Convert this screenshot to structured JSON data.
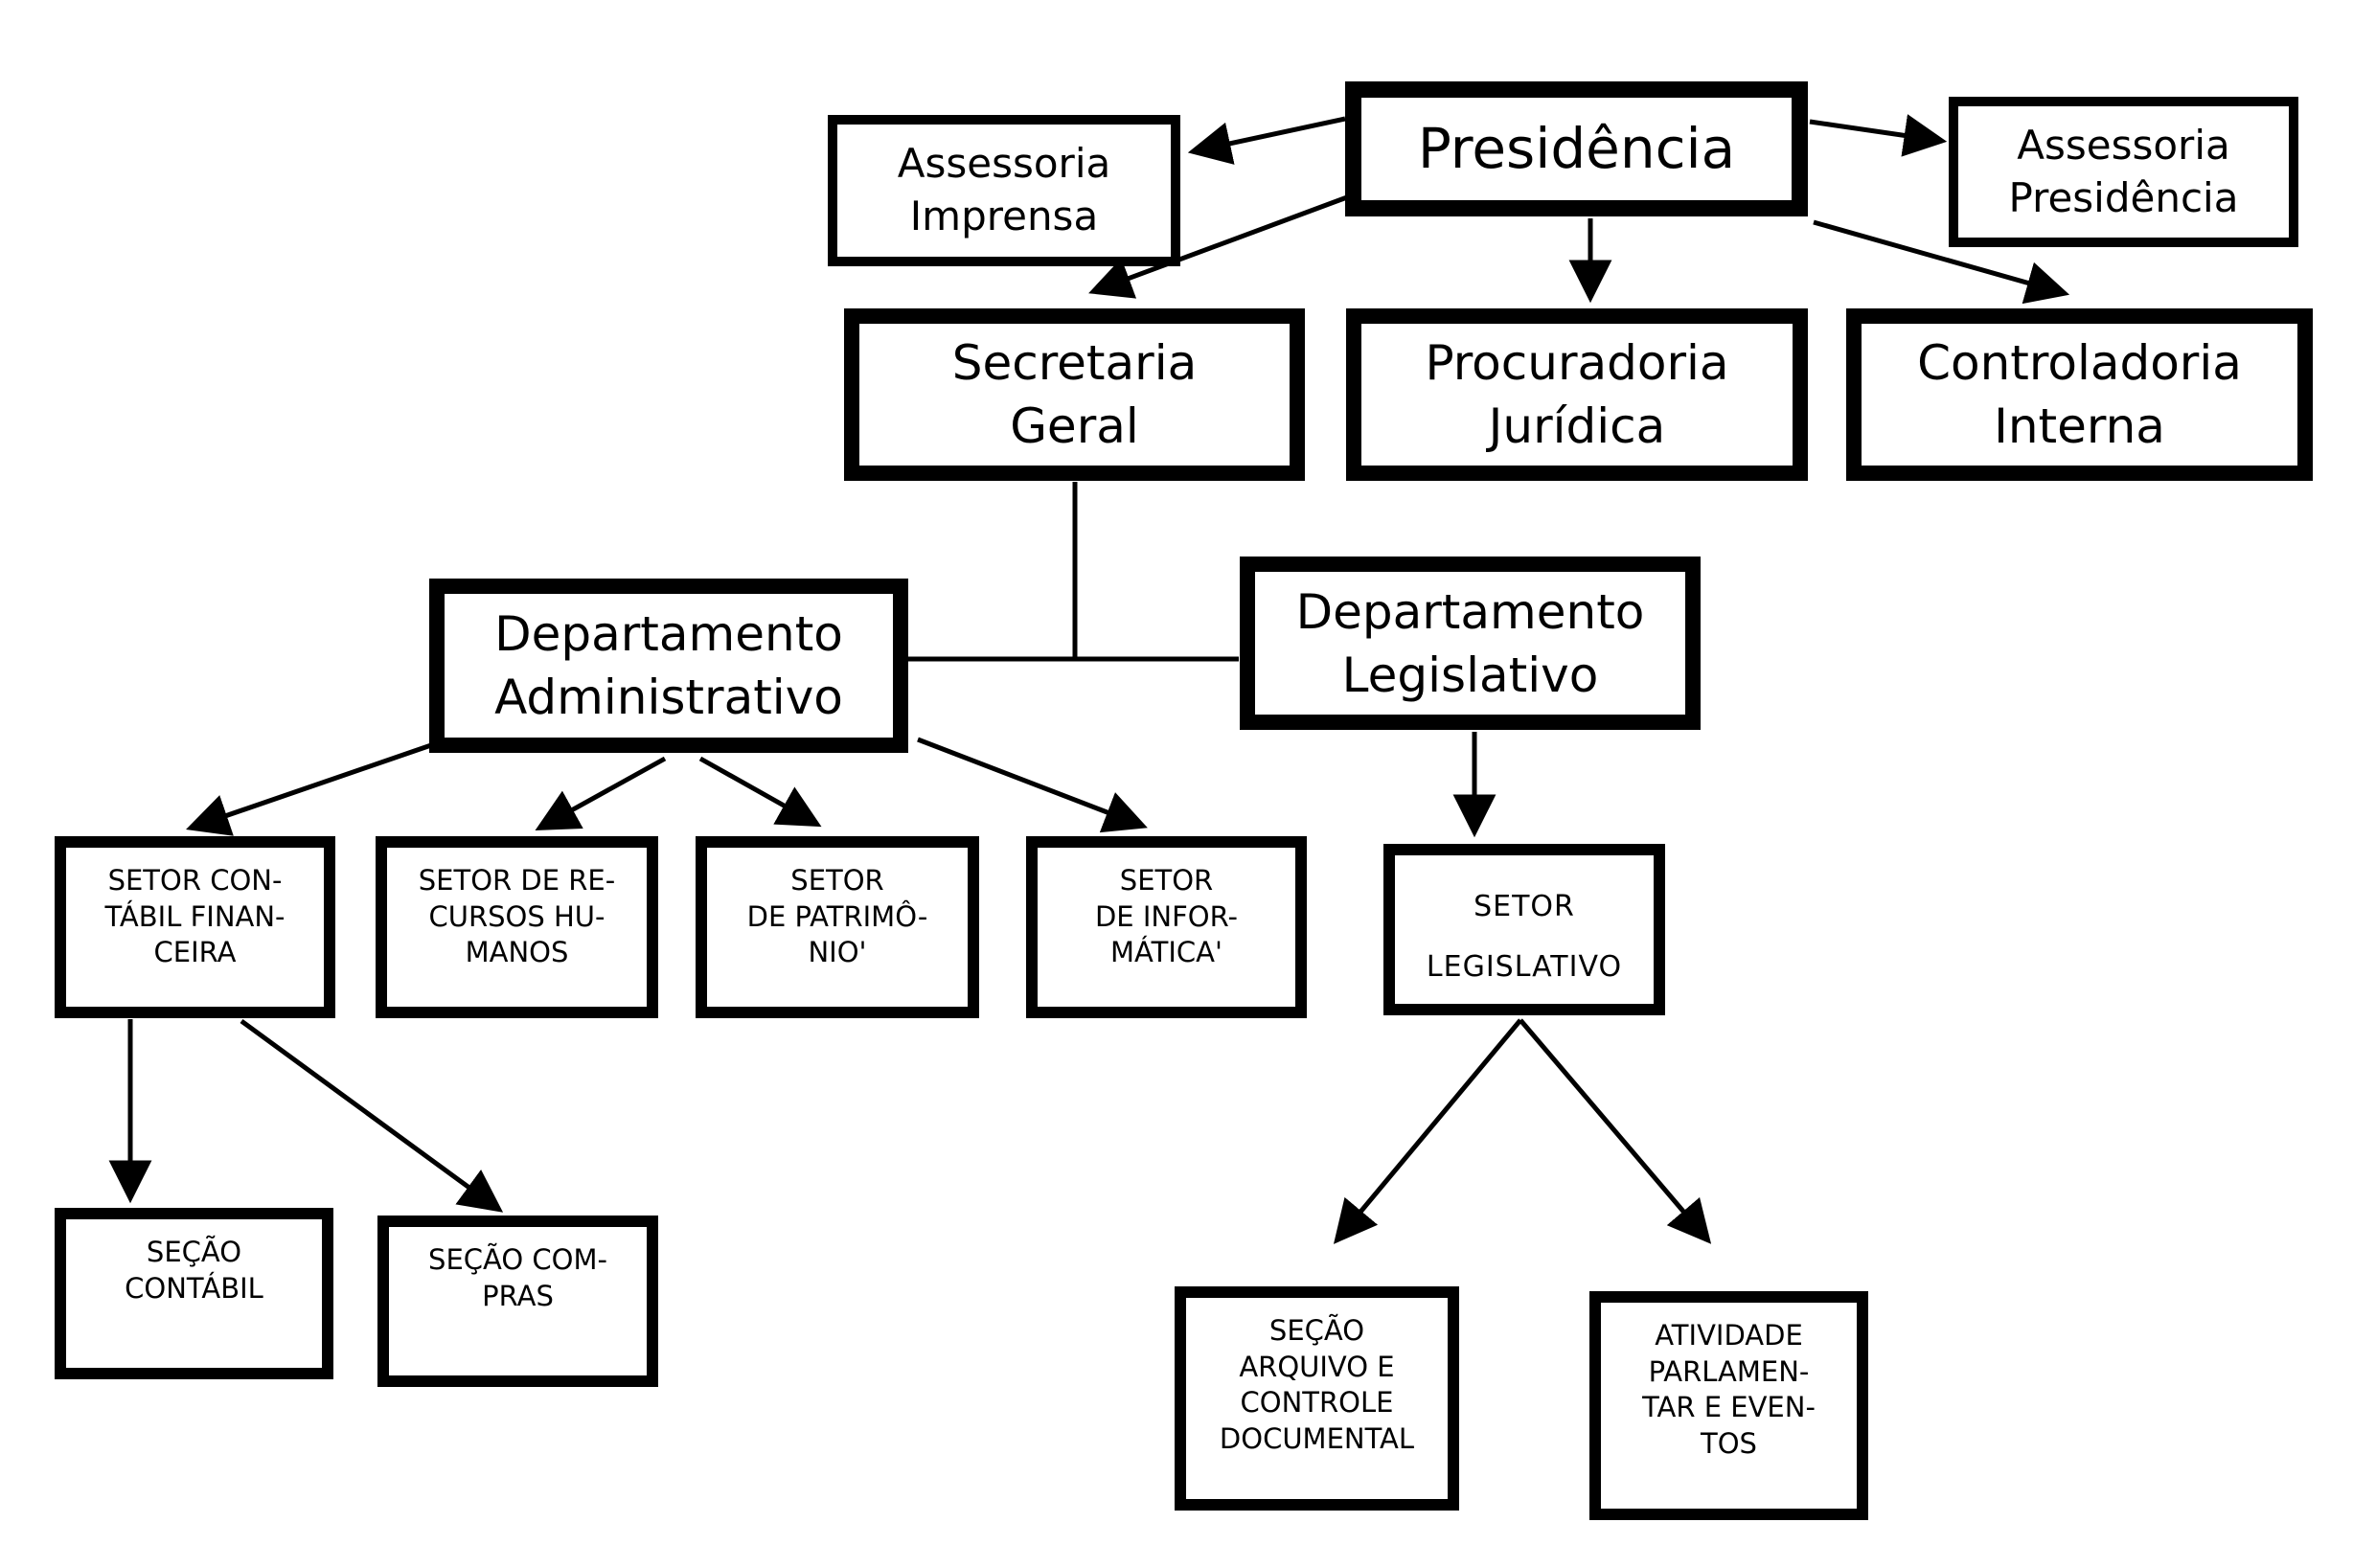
{
  "diagram": {
    "type": "org-chart",
    "language": "pt-BR",
    "colors": {
      "background": "#ffffff",
      "box_fill": "#ffffff",
      "box_border": "#000000",
      "connector": "#000000",
      "text": "#000000"
    },
    "nodes": {
      "presidencia": {
        "label": "Presidência"
      },
      "assessoria_imprensa": {
        "label": "Assessoria\nImprensa"
      },
      "assessoria_presidencia": {
        "label": "Assessoria\nPresidência"
      },
      "secretaria_geral": {
        "label": "Secretaria\nGeral"
      },
      "procuradoria_juridica": {
        "label": "Procuradoria\nJurídica"
      },
      "controladoria_interna": {
        "label": "Controladoria\nInterna"
      },
      "departamento_administrativo": {
        "label": "Departamento\nAdministrativo"
      },
      "departamento_legislativo": {
        "label": "Departamento\nLegislativo"
      },
      "setor_contabil_financeira": {
        "label": "SETOR CON-\nTÁBIL FINAN-\nCEIRA"
      },
      "setor_recursos_humanos": {
        "label": "SETOR DE RE-\nCURSOS HU-\nMANOS"
      },
      "setor_patrimonio": {
        "label": "SETOR\nDE PATRIMÔ-\nNIO'"
      },
      "setor_informatica": {
        "label": "SETOR\nDE INFOR-\nMÁTICA'"
      },
      "setor_legislativo": {
        "label": "SETOR\nLEGISLATIVO"
      },
      "secao_contabil": {
        "label": "SEÇÃO\nCONTÁBIL"
      },
      "secao_compras": {
        "label": "SEÇÃO COM-\nPRAS"
      },
      "secao_arquivo_controle_documental": {
        "label": "SEÇÃO\nARQUIVO E\nCONTROLE\nDOCUMENTAL"
      },
      "atividade_parlamentar_eventos": {
        "label": "ATIVIDADE\nPARLAMEN-\nTAR E EVEN-\nTOS"
      }
    },
    "edges": [
      {
        "from": "presidencia",
        "to": "assessoria_imprensa",
        "arrow": true
      },
      {
        "from": "presidencia",
        "to": "assessoria_presidencia",
        "arrow": true
      },
      {
        "from": "presidencia",
        "to": "secretaria_geral",
        "arrow": true
      },
      {
        "from": "presidencia",
        "to": "procuradoria_juridica",
        "arrow": true
      },
      {
        "from": "presidencia",
        "to": "controladoria_interna",
        "arrow": true
      },
      {
        "from": "secretaria_geral",
        "to": "departamento_administrativo",
        "arrow": false
      },
      {
        "from": "secretaria_geral",
        "to": "departamento_legislativo",
        "arrow": false
      },
      {
        "from": "departamento_administrativo",
        "to": "setor_contabil_financeira",
        "arrow": true
      },
      {
        "from": "departamento_administrativo",
        "to": "setor_recursos_humanos",
        "arrow": true
      },
      {
        "from": "departamento_administrativo",
        "to": "setor_patrimonio",
        "arrow": true
      },
      {
        "from": "departamento_administrativo",
        "to": "setor_informatica",
        "arrow": true
      },
      {
        "from": "departamento_legislativo",
        "to": "setor_legislativo",
        "arrow": true
      },
      {
        "from": "setor_contabil_financeira",
        "to": "secao_contabil",
        "arrow": true
      },
      {
        "from": "setor_contabil_financeira",
        "to": "secao_compras",
        "arrow": true
      },
      {
        "from": "setor_legislativo",
        "to": "secao_arquivo_controle_documental",
        "arrow": true
      },
      {
        "from": "setor_legislativo",
        "to": "atividade_parlamentar_eventos",
        "arrow": true
      }
    ]
  }
}
